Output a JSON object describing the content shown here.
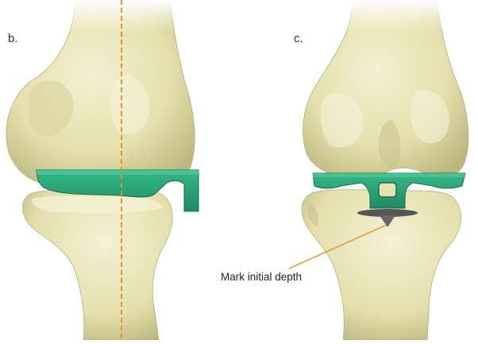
{
  "panels": [
    {
      "label": "b."
    },
    {
      "label": "c."
    }
  ],
  "annotation": {
    "text": "Mark initial depth"
  },
  "colors": {
    "bone": "#e7e3b4",
    "bone_shadow": "#c9c38e",
    "guide": "#2aa37a",
    "guide_dark": "#1f7f5e",
    "axis_line": "#e0942c",
    "marker": "#666666",
    "leader": "#e69b3a"
  }
}
